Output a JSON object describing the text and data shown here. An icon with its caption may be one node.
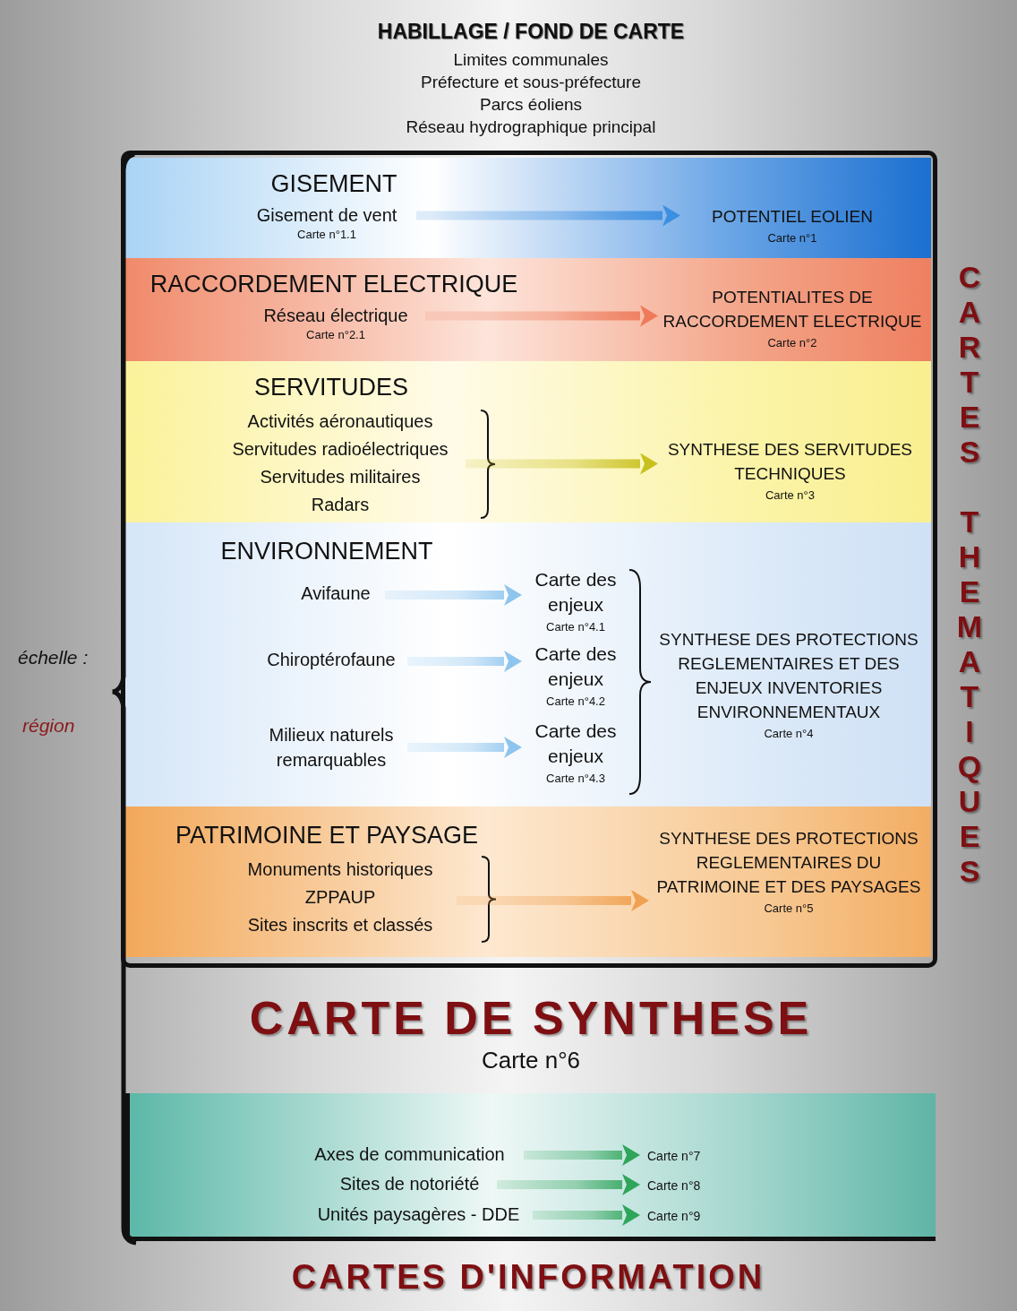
{
  "diagram": {
    "nodes": [
      {
        "text": [
          "CARTES THEMATIQUES"
        ]
      },
      {
        "text": [
          "GISEMENT"
        ],
        "in": 0
      },
      {
        "text": [
          "Gisement de vent",
          "Carte n°1.1"
        ],
        "in": 1
      },
      {
        "text": [
          "POTENTIEL EOLIEN",
          "Carte n°1"
        ],
        "in": 1
      },
      {
        "text": [
          "RACCORDEMENT ELECTRIQUE"
        ],
        "in": 0
      },
      {
        "text": [
          "Réseau électrique",
          "Carte n°2.1"
        ],
        "in": 4
      },
      {
        "text": [
          "POTENTIALITES DE RACCORDEMENT ELECTRIQUE",
          "Carte n°2"
        ],
        "in": 4
      },
      {
        "text": [
          "SERVITUDES"
        ],
        "in": 0
      },
      {
        "text": [
          "Activités aéronautiques",
          "Servitudes radioélectriques",
          "Servitudes militaires",
          "Radars"
        ],
        "in": 7
      },
      {
        "text": [
          "SYNTHESE DES SERVITUDES TECHNIQUES",
          "Carte n°3"
        ],
        "in": 7
      },
      {
        "text": [
          "ENVIRONNEMENT"
        ],
        "in": 0
      },
      {
        "text": [
          "Avifaune"
        ],
        "in": 10
      },
      {
        "text": [
          "Carte des enjeux",
          "Carte n°4.1"
        ],
        "in": 10
      },
      {
        "text": [
          "Chiroptérofaune"
        ],
        "in": 10
      },
      {
        "text": [
          "Carte des enjeux",
          "Carte n°4.2"
        ],
        "in": 10
      },
      {
        "text": [
          "Milieux naturels remarquables"
        ],
        "in": 10
      },
      {
        "text": [
          "Carte des enjeux",
          "Carte n°4.3"
        ],
        "in": 10
      },
      {
        "text": [
          "SYNTHESE DES PROTECTIONS REGLEMENTAIRES ET DES ENJEUX INVENTORIES ENVIRONNEMENTAUX",
          "Carte n°4"
        ],
        "in": 10
      },
      {
        "text": [
          "PATRIMOINE ET PAYSAGE"
        ],
        "in": 0
      },
      {
        "text": [
          "Monuments historiques",
          "ZPPAUP",
          "Sites inscrits et classés"
        ],
        "in": 18
      },
      {
        "text": [
          "SYNTHESE DES PROTECTIONS REGLEMENTAIRES DU PATRIMOINE ET DES PAYSAGES",
          "Carte n°5"
        ],
        "in": 18
      },
      {
        "text": [
          "CARTES D'INFORMATION"
        ]
      },
      {
        "text": [
          "Axes de communication"
        ],
        "in": 21
      },
      {
        "text": [
          "Carte n°7"
        ],
        "in": 21
      },
      {
        "text": [
          "Sites de notoriété"
        ],
        "in": 21
      },
      {
        "text": [
          "Carte n°8"
        ],
        "in": 21
      },
      {
        "text": [
          "Unités paysagères - DDE"
        ],
        "in": 21
      },
      {
        "text": [
          "Carte n°9"
        ],
        "in": 21
      }
    ],
    "edges": [
      {
        "from": 2,
        "to": 3,
        "arrow": "to",
        "color": "#3d8fe0"
      },
      {
        "from": 5,
        "to": 6,
        "arrow": "to",
        "color": "#ee7a5a"
      },
      {
        "from": 8,
        "to": 9,
        "arrow": "to",
        "color": "#c8c01e"
      },
      {
        "from": 11,
        "to": 12,
        "arrow": "to",
        "color": "#8ec5ee"
      },
      {
        "from": 13,
        "to": 14,
        "arrow": "to",
        "color": "#8ec5ee"
      },
      {
        "from": 15,
        "to": 16,
        "arrow": "to",
        "color": "#8ec5ee"
      },
      {
        "from": 19,
        "to": 20,
        "arrow": "to",
        "color": "#f0a050"
      },
      {
        "from": 22,
        "to": 23,
        "arrow": "to",
        "color": "#2fa55a"
      },
      {
        "from": 24,
        "to": 25,
        "arrow": "to",
        "color": "#2fa55a"
      },
      {
        "from": 26,
        "to": 27,
        "arrow": "to",
        "color": "#2fa55a"
      }
    ],
    "labels": [
      "HABILLAGE / FOND DE CARTE",
      "Limites communales",
      "Préfecture et sous-préfecture",
      "Parcs éoliens",
      "Réseau hydrographique principal",
      "échelle :",
      "région",
      "CARTE DE SYNTHESE",
      "Carte n°6"
    ]
  }
}
